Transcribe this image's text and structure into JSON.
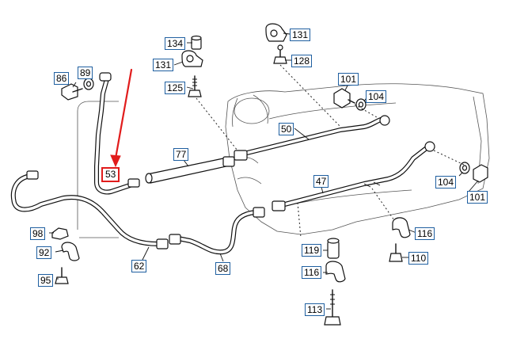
{
  "callouts": {
    "c134": "134",
    "c131a": "131",
    "c125": "125",
    "c131b": "131",
    "c128": "128",
    "c86": "86",
    "c89": "89",
    "c101a": "101",
    "c104a": "104",
    "c50": "50",
    "c77": "77",
    "c53": "53",
    "c47": "47",
    "c104b": "104",
    "c101b": "101",
    "c98": "98",
    "c92": "92",
    "c95": "95",
    "c62": "62",
    "c68": "68",
    "c116a": "116",
    "c119": "119",
    "c110": "110",
    "c116b": "116",
    "c113": "113"
  },
  "highlight": {
    "part": "53",
    "color": "#e11c1c"
  },
  "colors": {
    "callout_border": "#1f5fa0",
    "line": "#111111"
  }
}
